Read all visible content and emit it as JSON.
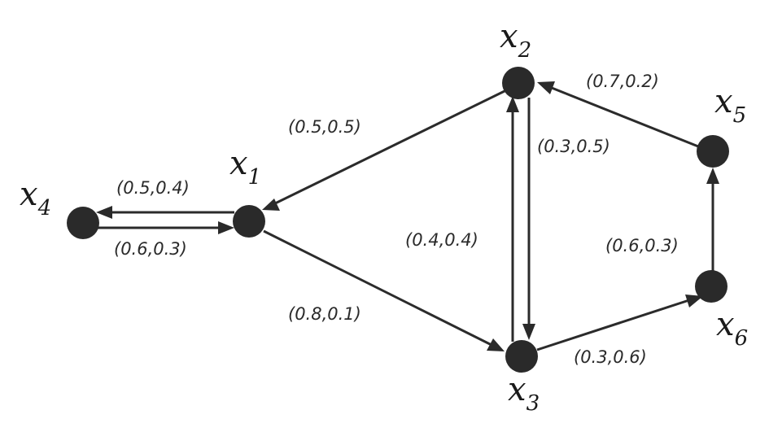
{
  "nodes": [
    {
      "id": "x1",
      "base": "x",
      "sub": "1"
    },
    {
      "id": "x2",
      "base": "x",
      "sub": "2"
    },
    {
      "id": "x3",
      "base": "x",
      "sub": "3"
    },
    {
      "id": "x4",
      "base": "x",
      "sub": "4"
    },
    {
      "id": "x5",
      "base": "x",
      "sub": "5"
    },
    {
      "id": "x6",
      "base": "x",
      "sub": "6"
    }
  ],
  "edges": [
    {
      "id": "e-x1-x4",
      "from": "x1",
      "to": "x4",
      "label": "(0.5,0.4)"
    },
    {
      "id": "e-x4-x1",
      "from": "x4",
      "to": "x1",
      "label": "(0.6,0.3)"
    },
    {
      "id": "e-x2-x1",
      "from": "x2",
      "to": "x1",
      "label": "(0.5,0.5)"
    },
    {
      "id": "e-x1-x3",
      "from": "x1",
      "to": "x3",
      "label": "(0.8,0.1)"
    },
    {
      "id": "e-x2-x3",
      "from": "x2",
      "to": "x3",
      "label": "(0.3,0.5)"
    },
    {
      "id": "e-x3-x2",
      "from": "x3",
      "to": "x2",
      "label": "(0.4,0.4)"
    },
    {
      "id": "e-x5-x2",
      "from": "x5",
      "to": "x2",
      "label": "(0.7,0.2)"
    },
    {
      "id": "e-x3-x6",
      "from": "x3",
      "to": "x6",
      "label": "(0.3,0.6)"
    },
    {
      "id": "e-x6-x5",
      "from": "x6",
      "to": "x5",
      "label": "(0.6,0.3)"
    }
  ]
}
